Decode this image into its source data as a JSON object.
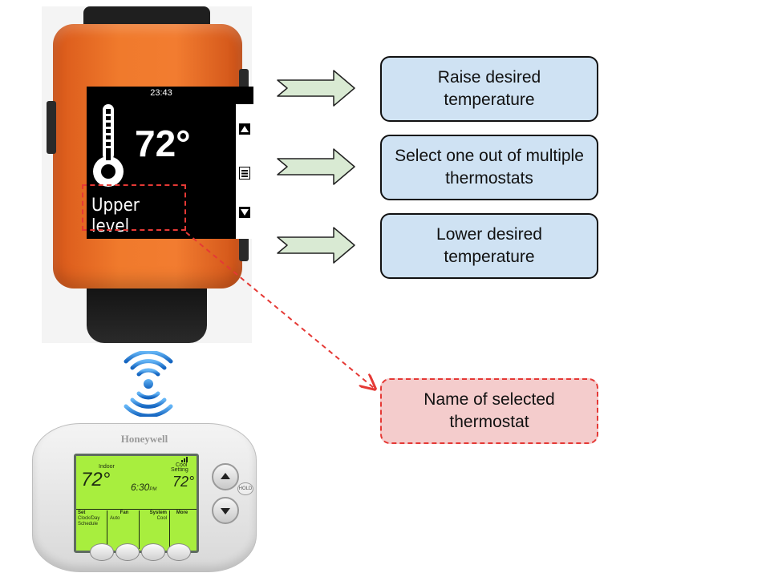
{
  "watch": {
    "time": "23:43",
    "temperature": "72°",
    "level_line1": "Upper",
    "level_line2": "level"
  },
  "thermostat": {
    "brand": "Honeywell",
    "indoor_label": "Indoor",
    "indoor_temp": "72°",
    "time": "6:30",
    "time_suffix": "PM",
    "cool_label": "Cool",
    "setting_label": "Setting",
    "setting_temp": "72°",
    "hold_label": "HOLD",
    "softkeys": [
      {
        "title": "Set",
        "sub": "Clock/Day\nSchedule"
      },
      {
        "title": "Fan",
        "sub": "Auto"
      },
      {
        "title": "System",
        "sub": "Cool"
      },
      {
        "title": "More",
        "sub": ""
      }
    ]
  },
  "boxes": {
    "raise": "Raise desired temperature",
    "select": "Select one out of multiple thermostats",
    "lower": "Lower desired temperature",
    "name": "Name of selected thermostat"
  },
  "colors": {
    "watch_orange": "#f07a2c",
    "box_blue": "#cfe2f3",
    "box_red": "#f4cccc",
    "arrow_green": "#d9ead3",
    "dashed_red": "#e53935",
    "lcd_green": "#a8ee3e",
    "wifi_blue": "#1e88e5"
  }
}
